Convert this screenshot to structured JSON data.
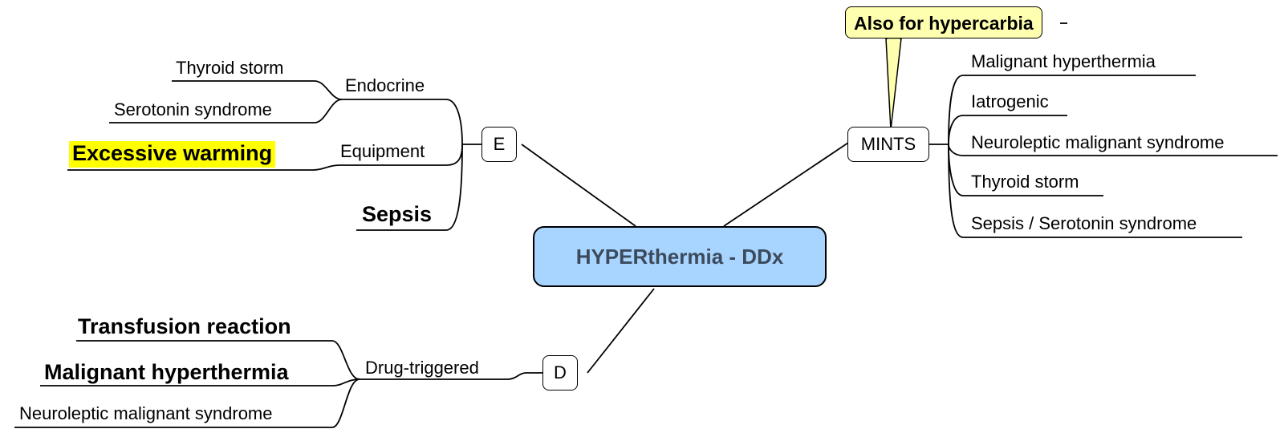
{
  "center": "HYPERthermia - DDx",
  "callout": "Also for hypercarbia",
  "branches": {
    "e": {
      "label": "E",
      "groups": {
        "endocrine": {
          "label": "Endocrine",
          "items": [
            "Thyroid storm",
            "Serotonin syndrome"
          ]
        },
        "equipment": {
          "label": "Equipment",
          "items": [
            "Excessive warming"
          ]
        },
        "sepsis": "Sepsis"
      }
    },
    "mints": {
      "label": "MINTS",
      "items": [
        "Malignant hyperthermia",
        "Iatrogenic",
        "Neuroleptic malignant syndrome",
        "Thyroid storm",
        "Sepsis / Serotonin syndrome"
      ]
    },
    "d": {
      "label": "D",
      "group": {
        "label": "Drug-triggered",
        "items": [
          "Transfusion reaction",
          "Malignant hyperthermia",
          "Neuroleptic malignant syndrome"
        ]
      }
    }
  },
  "colors": {
    "center_fill": "#a8d5ff",
    "callout_fill": "#ffffb0",
    "highlight": "#ffff00"
  }
}
